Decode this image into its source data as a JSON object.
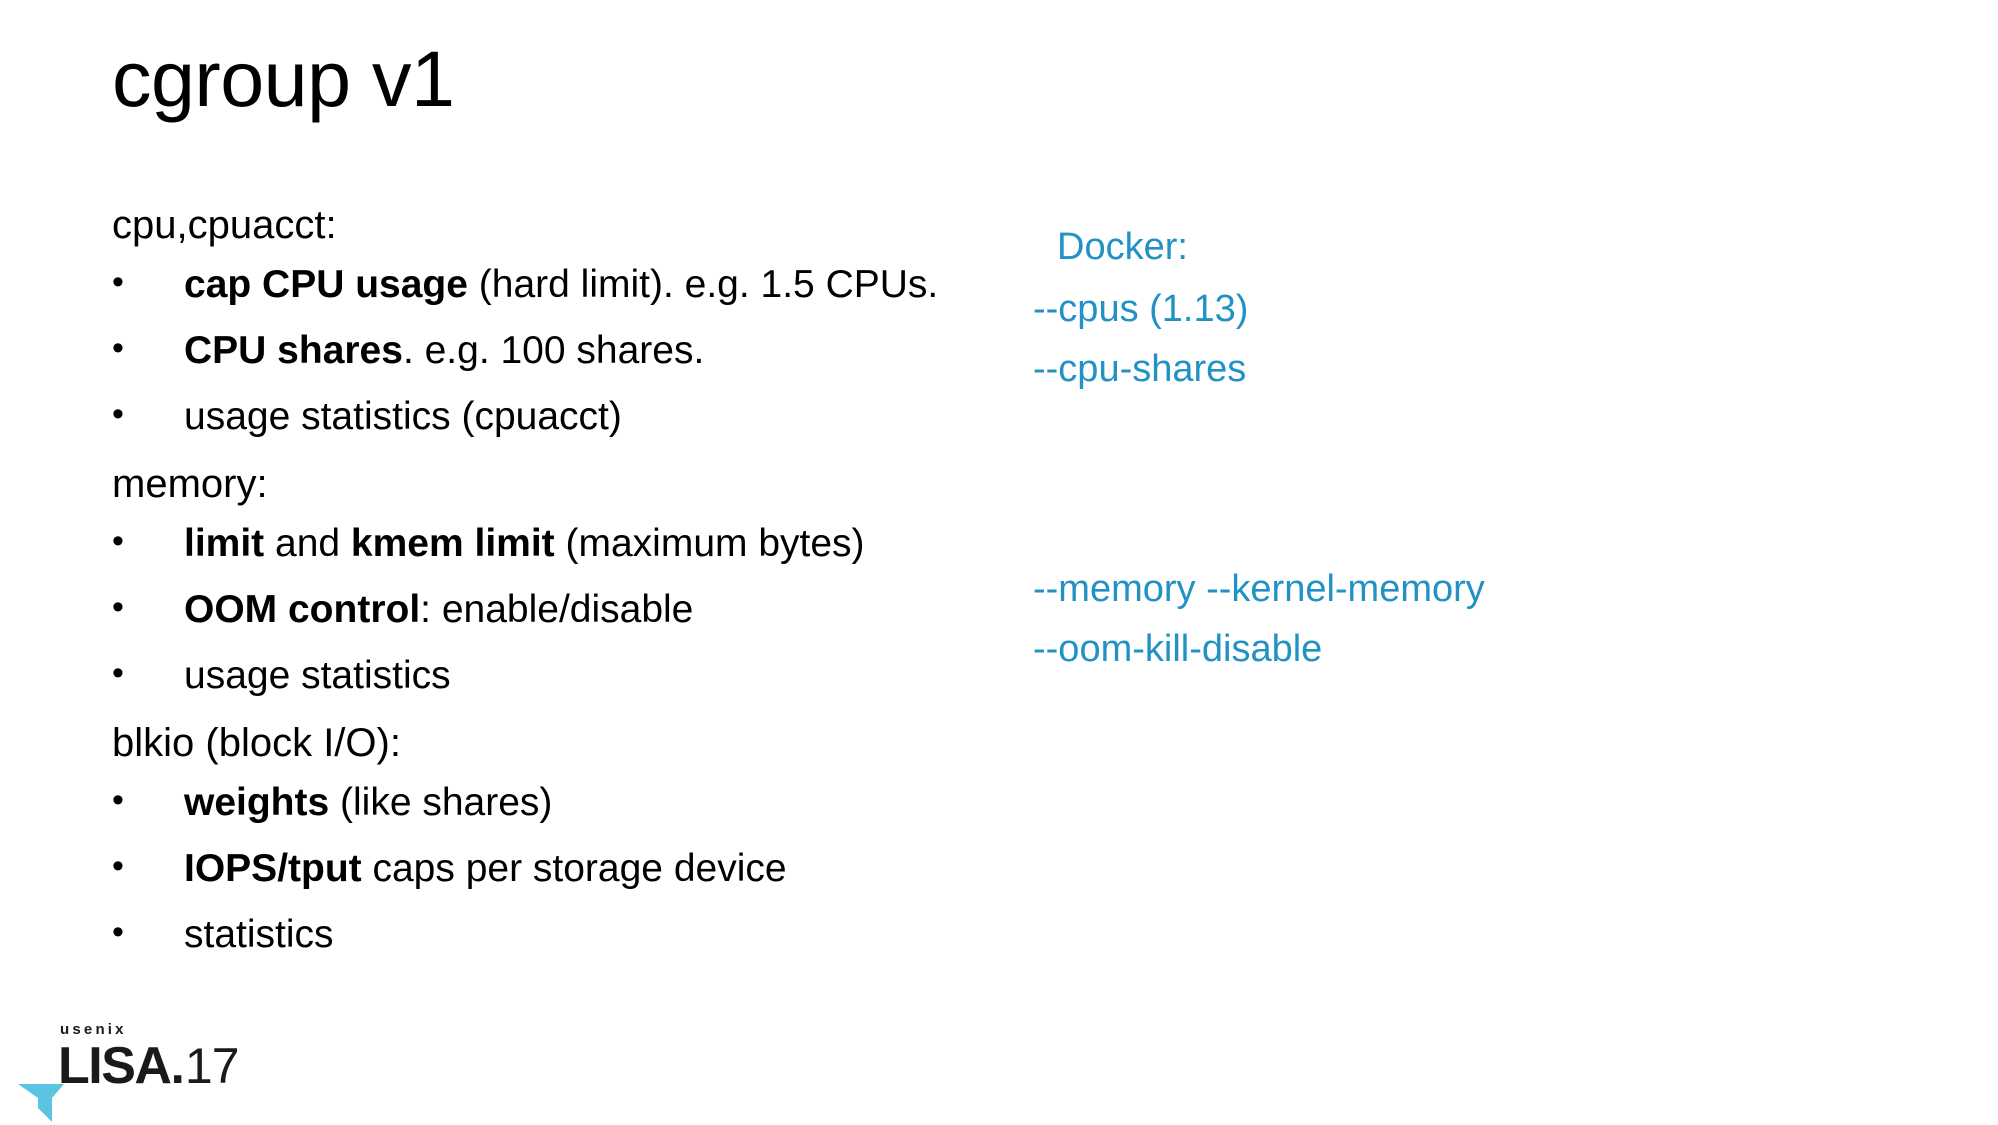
{
  "slide": {
    "title": "cgroup v1",
    "accent_blue": "#2291c4",
    "text_color": "#000000",
    "background": "#ffffff"
  },
  "sections": [
    {
      "heading": "cpu,cpuacct:",
      "bullets": [
        {
          "bold": "cap CPU usage",
          "rest": " (hard limit). e.g. 1.5 CPUs."
        },
        {
          "bold": "CPU shares",
          "rest": ". e.g. 100 shares."
        },
        {
          "bold": "",
          "rest": "usage statistics (cpuacct)"
        }
      ]
    },
    {
      "heading": "memory:",
      "bullets": [
        {
          "bold": "limit",
          "mid": " and ",
          "bold2": "kmem limit",
          "rest": " (maximum bytes)"
        },
        {
          "bold": "OOM control",
          "rest": ": enable/disable"
        },
        {
          "bold": "",
          "rest": "usage statistics"
        }
      ]
    },
    {
      "heading": "blkio (block I/O):",
      "bullets": [
        {
          "bold": "weights",
          "rest": " (like shares)"
        },
        {
          "bold": "IOPS/tput",
          "rest": " caps per storage device"
        },
        {
          "bold": "",
          "rest": "statistics"
        }
      ]
    }
  ],
  "docker": {
    "heading": "Docker:",
    "cpu_flags": [
      "--cpus (1.13)",
      "--cpu-shares"
    ],
    "memory_flags": [
      "--memory --kernel-memory",
      "--oom-kill-disable"
    ]
  },
  "logo": {
    "usenix": "usenix",
    "lisa": "LISA",
    "dot": ".",
    "year": "17"
  },
  "glyphs": {
    "bullet": "•"
  }
}
